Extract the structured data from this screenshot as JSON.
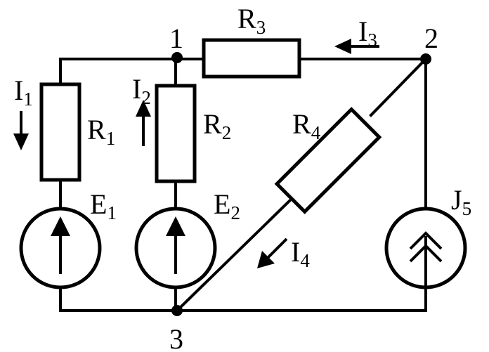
{
  "nodes": [
    {
      "id": "node-1",
      "label": "1"
    },
    {
      "id": "node-2",
      "label": "2"
    },
    {
      "id": "node-3",
      "label": "3"
    }
  ],
  "resistors": {
    "r1": {
      "letter": "R",
      "sub": "1"
    },
    "r2": {
      "letter": "R",
      "sub": "2"
    },
    "r3": {
      "letter": "R",
      "sub": "3"
    },
    "r4": {
      "letter": "R",
      "sub": "4"
    }
  },
  "sources": {
    "e1": {
      "letter": "E",
      "sub": "1"
    },
    "e2": {
      "letter": "E",
      "sub": "2"
    },
    "j5": {
      "letter": "J",
      "sub": "5"
    }
  },
  "currents": {
    "i1": {
      "letter": "I",
      "sub": "1"
    },
    "i2": {
      "letter": "I",
      "sub": "2"
    },
    "i3": {
      "letter": "I",
      "sub": "3"
    },
    "i4": {
      "letter": "I",
      "sub": "4"
    }
  },
  "colors": {
    "line": "#000000",
    "background": "#ffffff"
  }
}
